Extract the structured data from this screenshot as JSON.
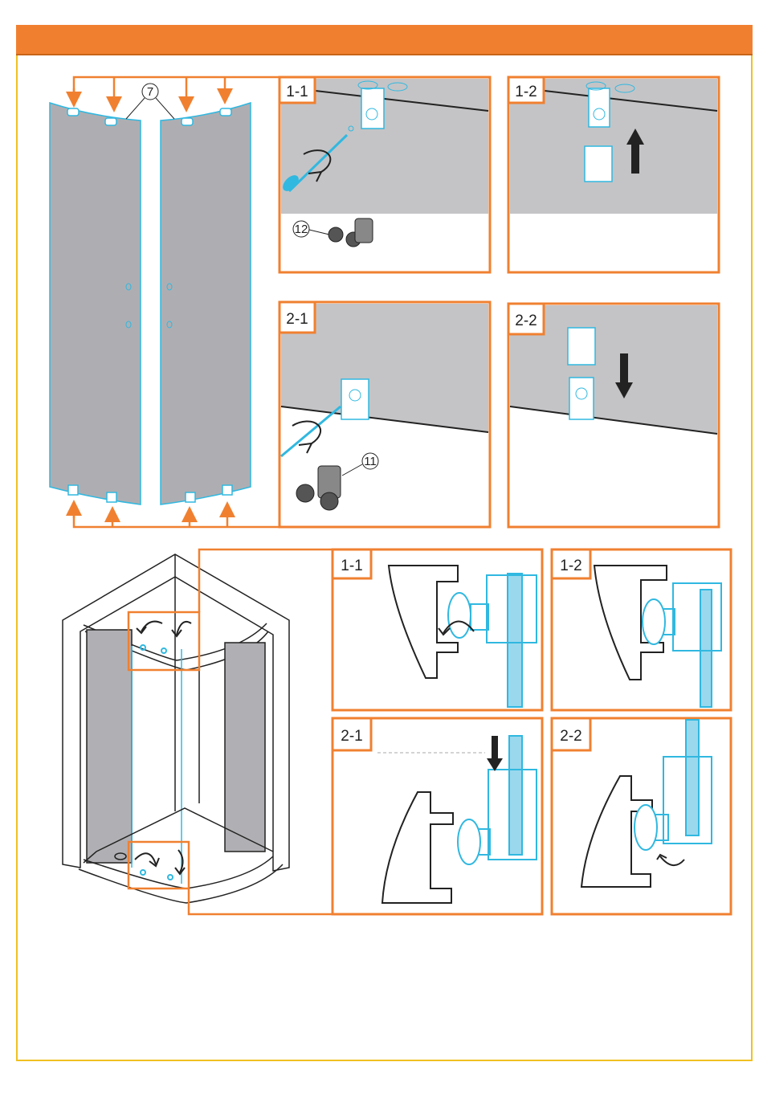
{
  "header": {
    "color": "#f08030"
  },
  "colors": {
    "accent": "#f08030",
    "glass": "#b0b0b4",
    "cyan": "#30b8e0",
    "frame": "#f0c020"
  },
  "callouts": {
    "top_parts": "7",
    "upper_roller": "12",
    "lower_roller": "11"
  },
  "steps": {
    "top": {
      "s11": "1-1",
      "s12": "1-2",
      "s21": "2-1",
      "s22": "2-2"
    },
    "bottom": {
      "s11": "1-1",
      "s12": "1-2",
      "s21": "2-1",
      "s22": "2-2"
    }
  }
}
